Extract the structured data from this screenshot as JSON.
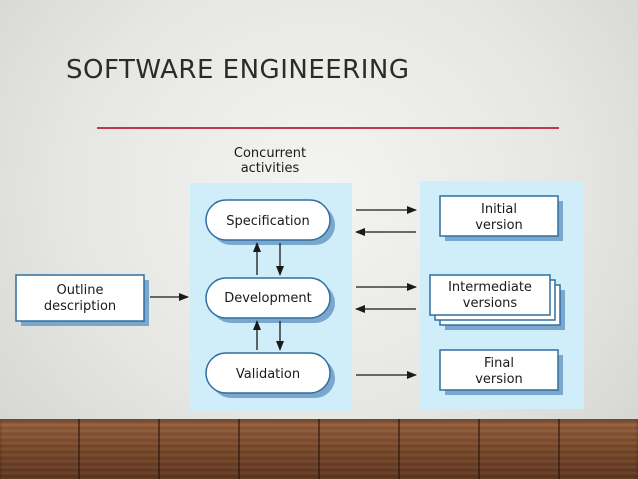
{
  "slide": {
    "title": "SOFTWARE ENGINEERING"
  },
  "diagram": {
    "concurrent_label_line1": "Concurrent",
    "concurrent_label_line2": "activities",
    "outline_line1": "Outline",
    "outline_line2": "description",
    "specification": "Specification",
    "development": "Development",
    "validation": "Validation",
    "initial_line1": "Initial",
    "initial_line2": "version",
    "intermediate_line1": "Intermediate",
    "intermediate_line2": "versions",
    "final_line1": "Final",
    "final_line2": "version",
    "colors": {
      "panel": "#cfeef9",
      "box_fill": "#ffffff",
      "box_border": "#2f6fa0",
      "shadow": "#7aa7cc",
      "arrow": "#1a1a1a",
      "rule": "#c0394b"
    }
  }
}
